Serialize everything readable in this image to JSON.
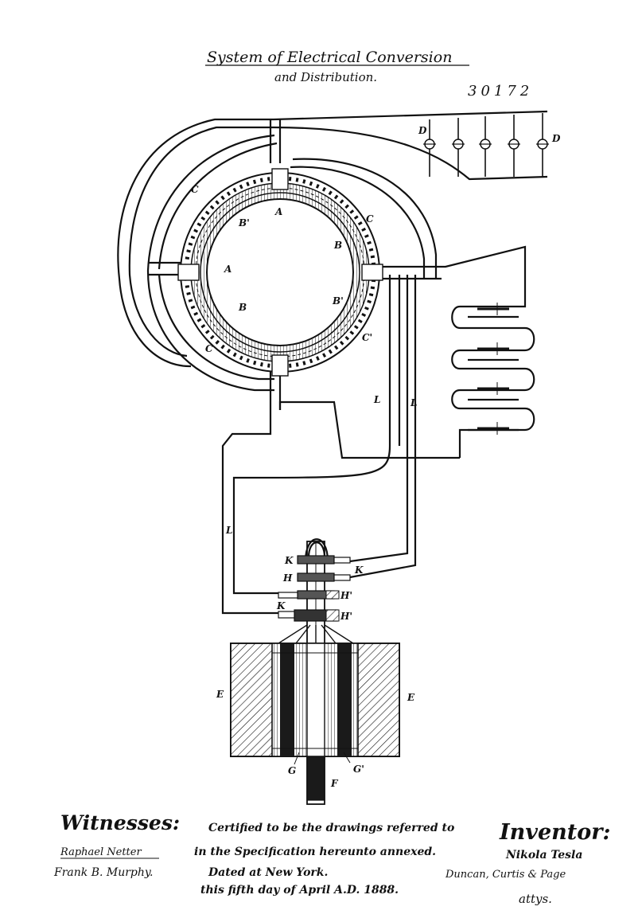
{
  "title": {
    "line1": "System of Electrical Conversion",
    "line2": "and Distribution.",
    "number": "30172"
  },
  "labels": {
    "A_top": "A",
    "A_left": "A",
    "C_tl": "C",
    "C_tr": "C",
    "C_bl": "C",
    "C_br": "C'",
    "B_top": "B'",
    "B_right": "B",
    "B_left": "B",
    "B_br": "B'",
    "D_left": "D",
    "D_right": "D",
    "L1": "L",
    "L2": "L",
    "L3": "L",
    "K1": "K",
    "K2": "K",
    "K3": "K",
    "H1": "H",
    "H2": "H'",
    "H3": "H'",
    "E_left": "E",
    "E_right": "E",
    "G_left": "G",
    "G_right": "G'",
    "F": "F"
  },
  "footer": {
    "witnesses_heading": "Witnesses:",
    "witness1": "Raphael Netter",
    "witness2": "Frank B. Murphy.",
    "cert_line1": "Certified to be the drawings referred to",
    "cert_line2": "in the Specification hereunto annexed.",
    "cert_line3": "Dated at New York.",
    "cert_line4": "this fifth day of April A.D. 1888.",
    "inventor_heading": "Inventor:",
    "inventor_name": "Nikola Tesla",
    "attorneys": "Duncan, Curtis & Page",
    "attys": "attys."
  }
}
